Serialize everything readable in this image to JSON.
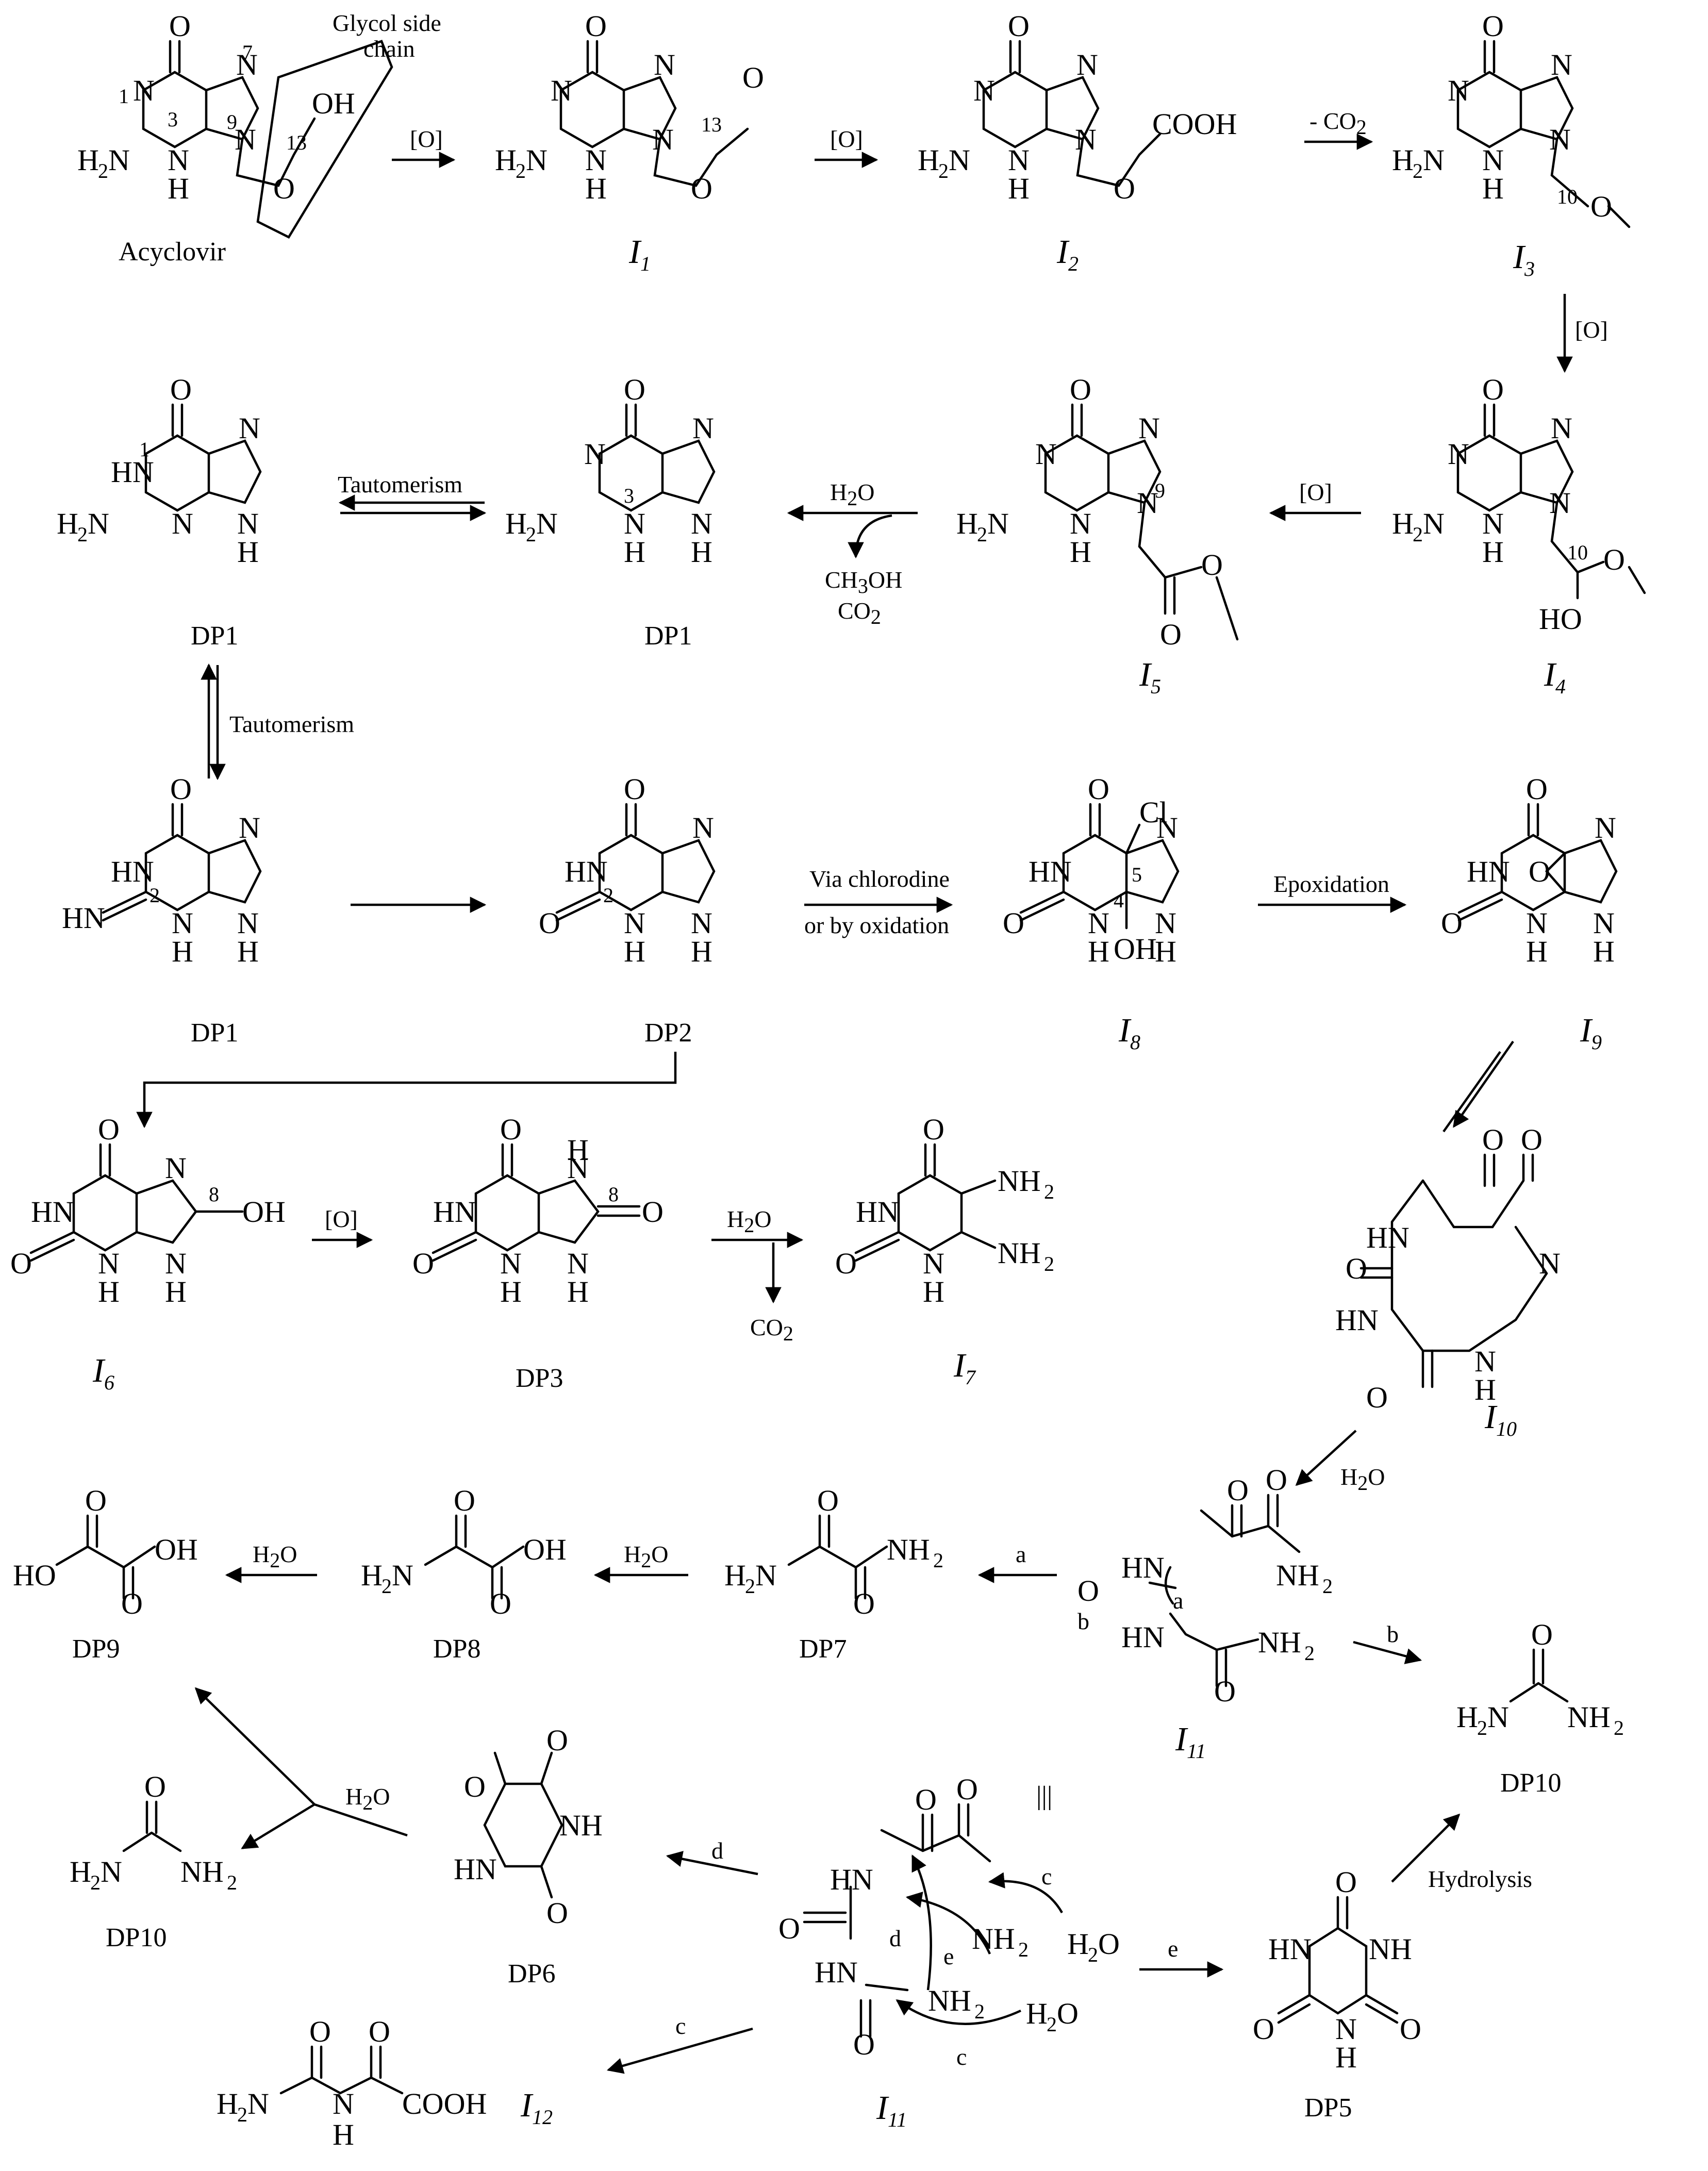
{
  "compounds": {
    "acyclovir": "Acyclovir",
    "I1": "I",
    "I1_sub": "1",
    "I2": "I",
    "I2_sub": "2",
    "I3": "I",
    "I3_sub": "3",
    "I4": "I",
    "I4_sub": "4",
    "I5": "I",
    "I5_sub": "5",
    "I6": "I",
    "I6_sub": "6",
    "I7": "I",
    "I7_sub": "7",
    "I8": "I",
    "I8_sub": "8",
    "I9": "I",
    "I9_sub": "9",
    "I10": "I",
    "I10_sub": "10",
    "I11": "I",
    "I11_sub": "11",
    "I12": "I",
    "I12_sub": "12",
    "DP1": "DP1",
    "DP2": "DP2",
    "DP3": "DP3",
    "DP5": "DP5",
    "DP6": "DP6",
    "DP7": "DP7",
    "DP8": "DP8",
    "DP9": "DP9",
    "DP10": "DP10"
  },
  "annotations": {
    "glycol_side_chain_line1": "Glycol side",
    "glycol_side_chain_line2": "chain"
  },
  "conditions": {
    "oxidation": "[O]",
    "minus_co2": "- CO",
    "minus_co2_sub": "2",
    "water": "H",
    "water_sub": "2",
    "water_o": "O",
    "methanol": "CH",
    "methanol_sub": "3",
    "methanol_end": "OH",
    "co2": "CO",
    "co2_sub": "2",
    "tautomerism": "Tautomerism",
    "via_chlorodine": "Via chlorodine",
    "or_by_oxidation": "or by oxidation",
    "epoxidation": "Epoxidation",
    "hydrolysis": "Hydrolysis",
    "path_a": "a",
    "path_b": "b",
    "path_c": "c",
    "path_d": "d",
    "path_e": "e",
    "equivalent": "|||"
  }
}
